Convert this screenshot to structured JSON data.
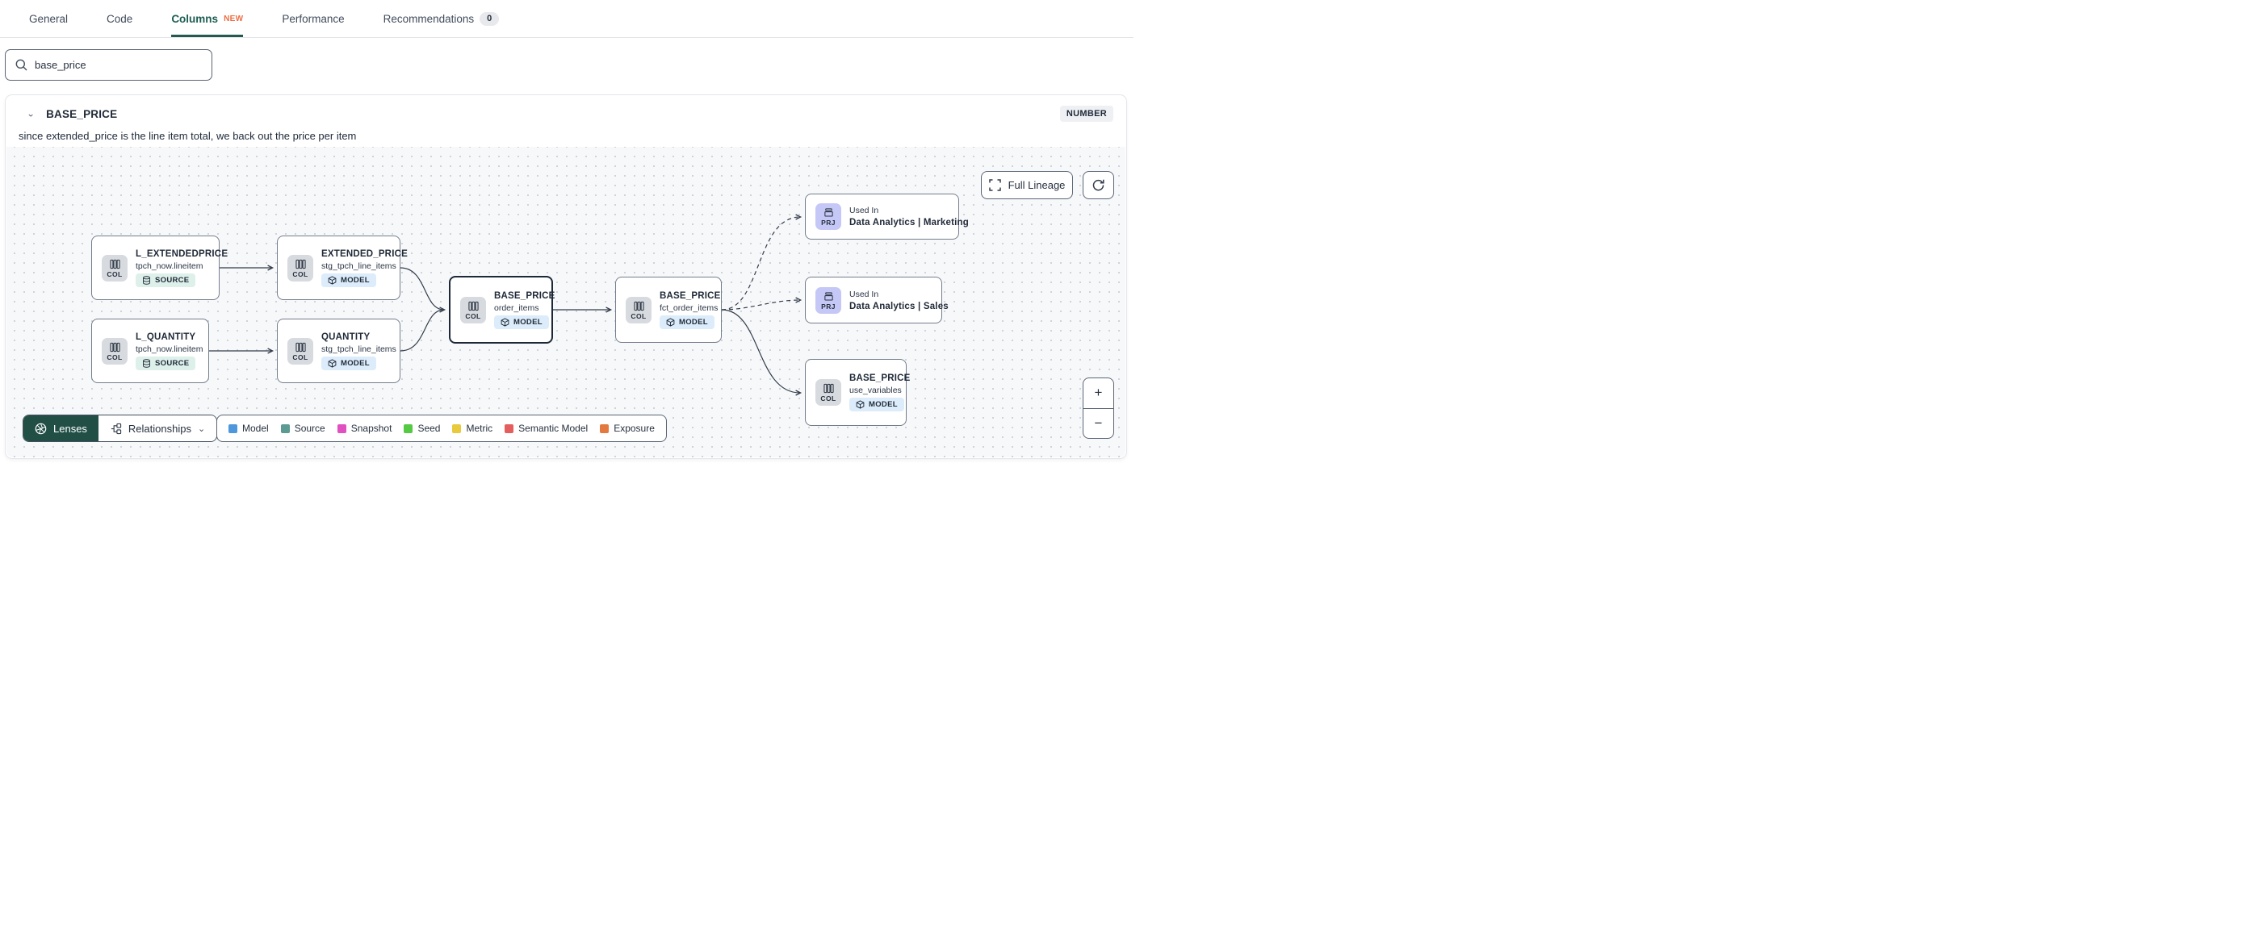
{
  "tabs": {
    "general": {
      "label": "General"
    },
    "code": {
      "label": "Code"
    },
    "columns": {
      "label": "Columns",
      "badge": "NEW"
    },
    "performance": {
      "label": "Performance"
    },
    "recommendations": {
      "label": "Recommendations",
      "count": "0"
    }
  },
  "search": {
    "value": "base_price"
  },
  "column_panel": {
    "name": "BASE_PRICE",
    "type_badge": "NUMBER",
    "description": "since extended_price is the line item total, we back out the price per item"
  },
  "lineage": {
    "controls": {
      "full_lineage_label": "Full Lineage"
    },
    "zoom": {
      "in": "+",
      "out": "−"
    },
    "toolbar": {
      "lenses_label": "Lenses",
      "relationships_label": "Relationships"
    },
    "nodes": [
      {
        "chip": "COL",
        "title": "L_EXTENDEDPRICE",
        "subtitle": "tpch_now.lineitem",
        "badge": "SOURCE"
      },
      {
        "chip": "COL",
        "title": "L_QUANTITY",
        "subtitle": "tpch_now.lineitem",
        "badge": "SOURCE"
      },
      {
        "chip": "COL",
        "title": "EXTENDED_PRICE",
        "subtitle": "stg_tpch_line_items",
        "badge": "MODEL"
      },
      {
        "chip": "COL",
        "title": "QUANTITY",
        "subtitle": "stg_tpch_line_items",
        "badge": "MODEL"
      },
      {
        "chip": "COL",
        "title": "BASE_PRICE",
        "subtitle": "order_items",
        "badge": "MODEL"
      },
      {
        "chip": "COL",
        "title": "BASE_PRICE",
        "subtitle": "fct_order_items",
        "badge": "MODEL"
      },
      {
        "chip": "PRJ",
        "kicker": "Used In",
        "title": "Data Analytics | Marketing"
      },
      {
        "chip": "PRJ",
        "kicker": "Used In",
        "title": "Data Analytics | Sales"
      },
      {
        "chip": "COL",
        "title": "BASE_PRICE",
        "subtitle": "use_variables",
        "badge": "MODEL"
      }
    ],
    "legend": [
      {
        "label": "Model",
        "color": "#4f97dc"
      },
      {
        "label": "Source",
        "color": "#5c9b94"
      },
      {
        "label": "Snapshot",
        "color": "#e150c1"
      },
      {
        "label": "Seed",
        "color": "#55c944"
      },
      {
        "label": "Metric",
        "color": "#e8ca3c"
      },
      {
        "label": "Semantic Model",
        "color": "#e45e5e"
      },
      {
        "label": "Exposure",
        "color": "#e4793f"
      }
    ]
  }
}
